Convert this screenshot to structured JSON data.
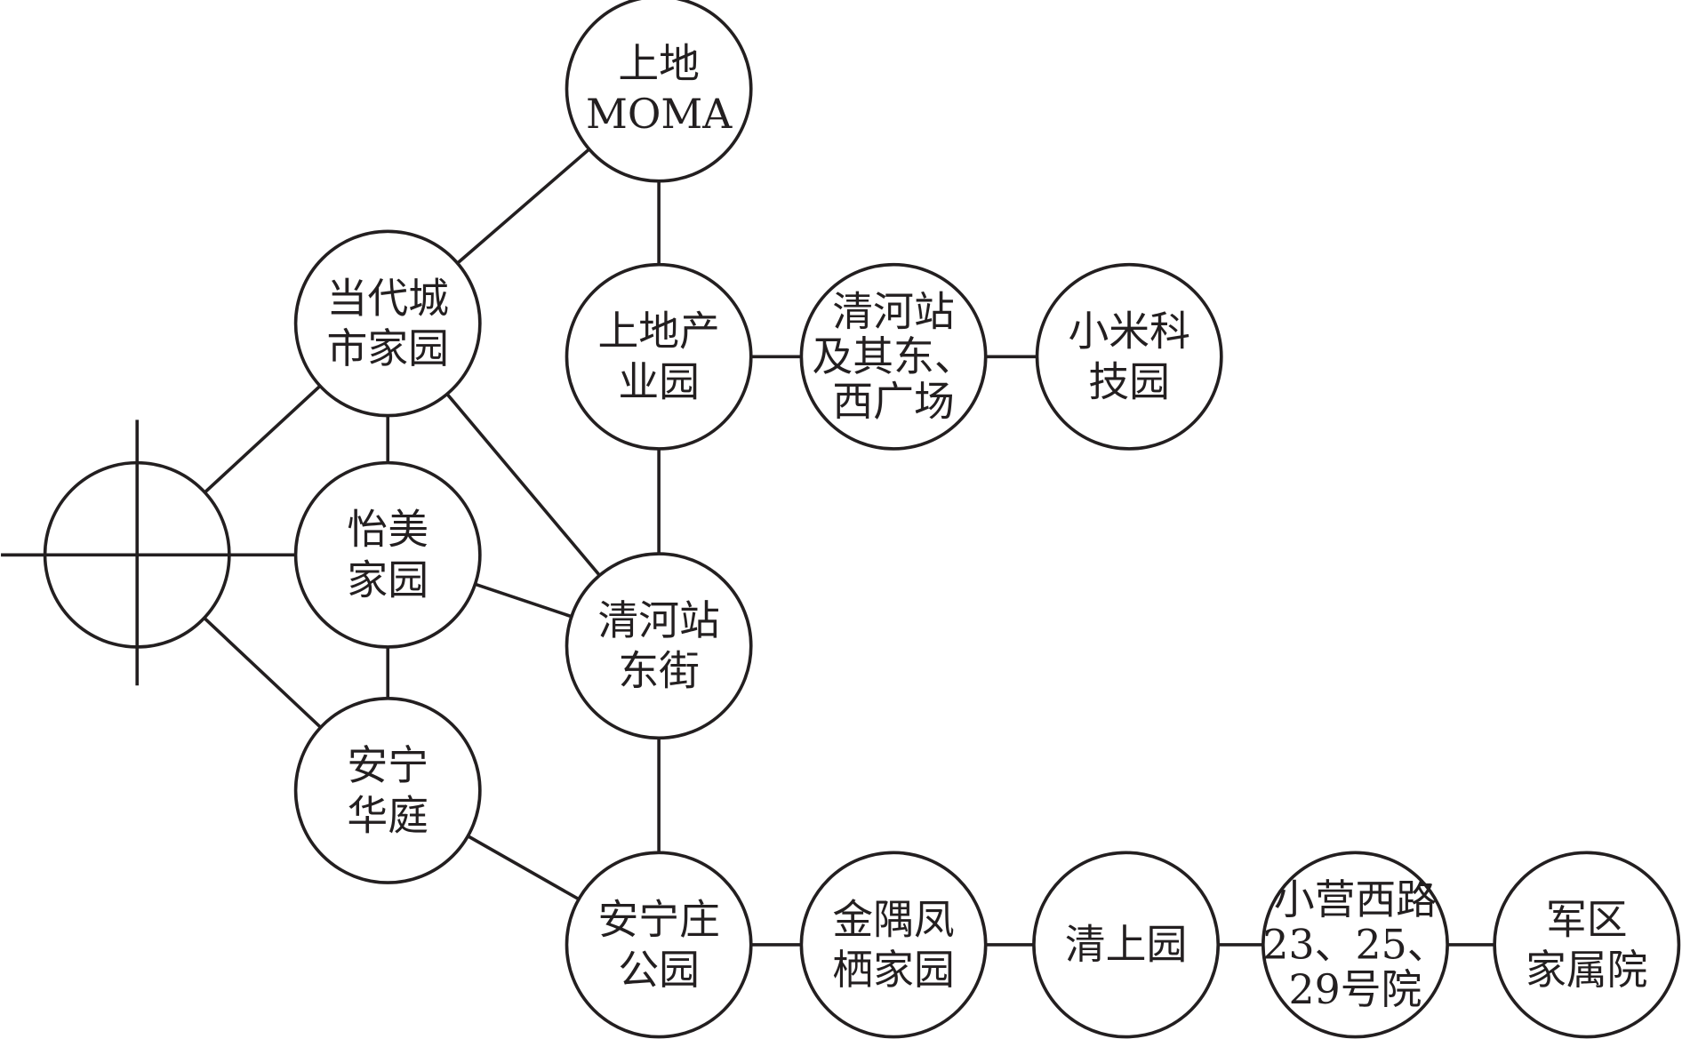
{
  "diagram": {
    "type": "network",
    "colors": {
      "stroke": "#231f20",
      "fill": "#ffffff"
    },
    "origin": {
      "id": "origin",
      "icon": "crosshair-circle-icon"
    },
    "nodes": [
      {
        "id": "moma",
        "lines": [
          "上地",
          "MOMA"
        ]
      },
      {
        "id": "dangdai",
        "lines": [
          "当代城",
          "市家园"
        ]
      },
      {
        "id": "shangdi_cyy",
        "lines": [
          "上地产",
          "业园"
        ]
      },
      {
        "id": "qhz_gc",
        "lines": [
          "清河站",
          "及其东、",
          "西广场"
        ]
      },
      {
        "id": "xiaomi",
        "lines": [
          "小米科",
          "技园"
        ]
      },
      {
        "id": "yimei",
        "lines": [
          "怡美",
          "家园"
        ]
      },
      {
        "id": "qhz_dj",
        "lines": [
          "清河站",
          "东街"
        ]
      },
      {
        "id": "anning_ht",
        "lines": [
          "安宁",
          "华庭"
        ]
      },
      {
        "id": "anningzhuang",
        "lines": [
          "安宁庄",
          "公园"
        ]
      },
      {
        "id": "jinyu",
        "lines": [
          "金隅凤",
          "栖家园"
        ]
      },
      {
        "id": "qingshang",
        "lines": [
          "清上园"
        ]
      },
      {
        "id": "xiaoying",
        "lines": [
          "小营西路",
          "23、25、",
          "29号院"
        ]
      },
      {
        "id": "junqu",
        "lines": [
          "军区",
          "家属院"
        ]
      }
    ],
    "edges": [
      [
        "origin",
        "dangdai"
      ],
      [
        "origin",
        "yimei"
      ],
      [
        "origin",
        "anning_ht"
      ],
      [
        "dangdai",
        "moma"
      ],
      [
        "dangdai",
        "yimei"
      ],
      [
        "dangdai",
        "qhz_dj"
      ],
      [
        "yimei",
        "anning_ht"
      ],
      [
        "yimei",
        "qhz_dj"
      ],
      [
        "anning_ht",
        "anningzhuang"
      ],
      [
        "moma",
        "shangdi_cyy"
      ],
      [
        "shangdi_cyy",
        "qhz_dj"
      ],
      [
        "qhz_dj",
        "anningzhuang"
      ],
      [
        "shangdi_cyy",
        "qhz_gc"
      ],
      [
        "qhz_gc",
        "xiaomi"
      ],
      [
        "anningzhuang",
        "jinyu"
      ],
      [
        "jinyu",
        "qingshang"
      ],
      [
        "qingshang",
        "xiaoying"
      ],
      [
        "xiaoying",
        "junqu"
      ]
    ]
  }
}
